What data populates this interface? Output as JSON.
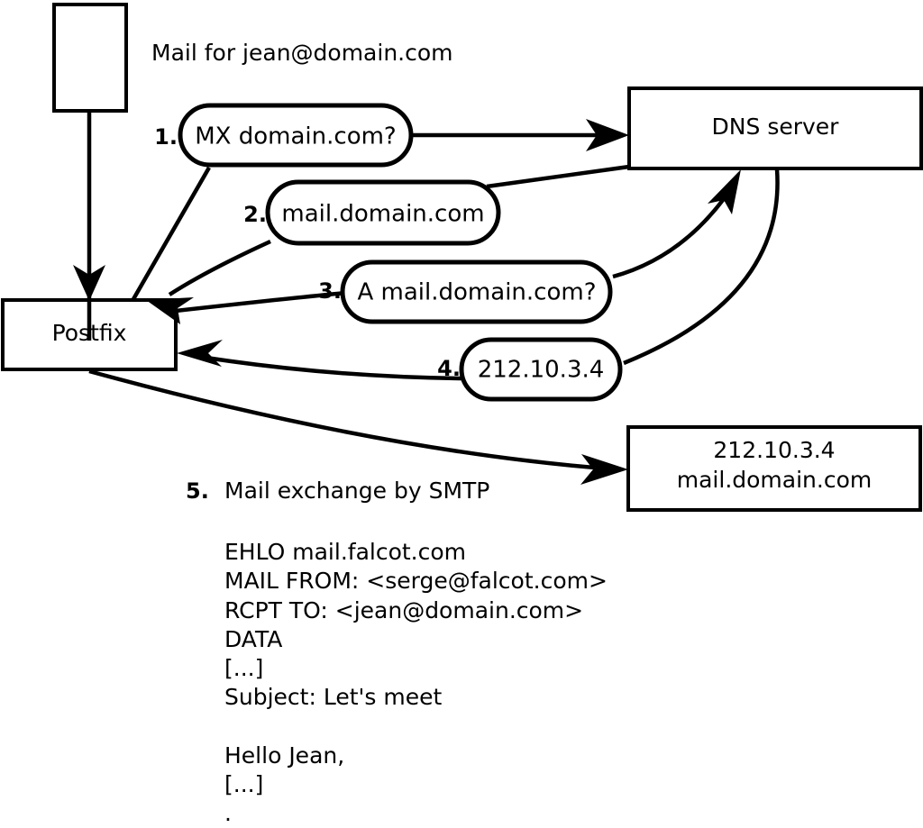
{
  "diagram": {
    "title_note": "Mail for jean@domain.com",
    "nodes": [
      {
        "id": "sender",
        "label": "",
        "kind": "empty-box"
      },
      {
        "id": "postfix",
        "label": "Postfix",
        "kind": "box"
      },
      {
        "id": "dns",
        "label": "DNS server",
        "kind": "box"
      },
      {
        "id": "target",
        "label_line1": "212.10.3.4",
        "label_line2": "mail.domain.com",
        "kind": "box"
      }
    ],
    "steps": [
      {
        "number": "1.",
        "label": "MX domain.com?"
      },
      {
        "number": "2.",
        "label": "mail.domain.com"
      },
      {
        "number": "3.",
        "label": "A mail.domain.com?"
      },
      {
        "number": "4.",
        "label": "212.10.3.4"
      }
    ],
    "step5": {
      "number": "5.",
      "label": "Mail exchange by SMTP"
    },
    "transcript": [
      "EHLO mail.falcot.com",
      "MAIL FROM: <serge@falcot.com>",
      "RCPT TO: <jean@domain.com>",
      "DATA",
      "[...]",
      "Subject: Let's meet",
      "",
      "Hello Jean,",
      "[...]",
      "."
    ],
    "colors": {
      "stroke": "#000000",
      "fill": "#ffffff"
    }
  }
}
